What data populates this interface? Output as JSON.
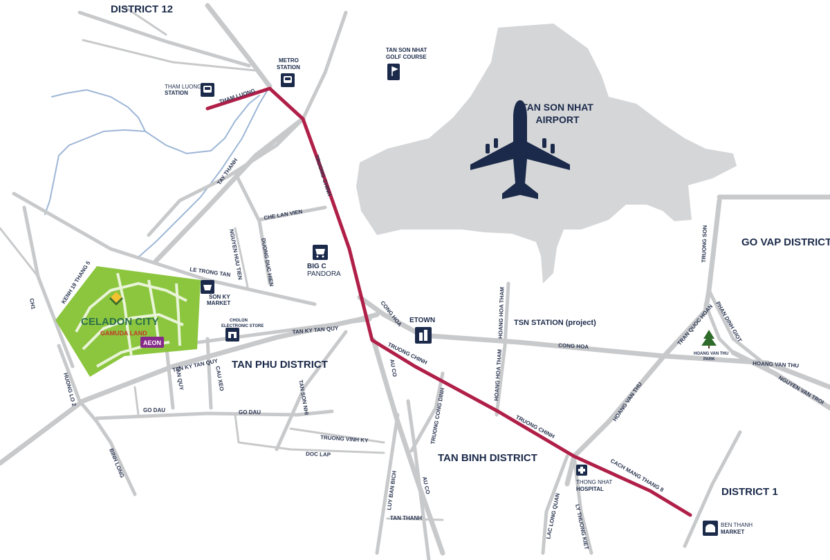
{
  "districts": {
    "district_12": "DISTRICT 12",
    "tan_phu": "TAN PHU DISTRICT",
    "tan_binh": "TAN BINH DISTRICT",
    "go_vap": "GO VAP DISTRICT",
    "district_1": "DISTRICT 1"
  },
  "airport": {
    "line1": "TAN SON NHAT",
    "line2": "AIRPORT",
    "icon": "airplane-icon"
  },
  "roads": {
    "tham_luong": "THAM LUONG",
    "truong_chinh_1": "TRUONG CHINH",
    "truong_chinh_2": "TRUONG CHINH",
    "truong_chinh_3": "TRUONG CHINH",
    "tay_thanh": "TAY THANH",
    "che_lan_vien": "CHE LAN VIEN",
    "nguyen_huu_tien": "NGUYEN HUU TIEN",
    "duong_duc_hien": "DUONG DUC HIEN",
    "le_trong_tan": "LE TRONG TAN",
    "kenh_19_thang_5": "KENH 19 THANG 5",
    "ch1": "CH1",
    "huong_lo_2": "HUONG LO 2",
    "binh_long": "BINH LONG",
    "tan_ky_tan_quy_1": "TAN KY TAN QUY",
    "tan_ky_tan_quy_2": "TAN KY TAN QUY",
    "tan_quy": "TAN QUY",
    "cau_xeo": "CAU XEO",
    "tan_son_nhi": "TAN SON NHI",
    "go_dau_1": "GO DAU",
    "go_dau_2": "GO DAU",
    "truong_vinh_ky": "TRUONG VINH KY",
    "doc_lap": "DOC LAP",
    "au_co_1": "AU CO",
    "au_co_2": "AU CO",
    "truong_cong_dinh": "TRUONG CONG DINH",
    "luy_ban_bich": "LUY BAN BICH",
    "tan_thanh": "TAN THANH",
    "cong_hoa_1": "CONG HOA",
    "cong_hoa_2": "CONG HOA",
    "hoang_hoa_tham_1": "HOANG HOA THAM",
    "hoang_hoa_tham_2": "HOANG HOA THAM",
    "cach_mang_thang_8": "CACH MANG THANG 8",
    "lac_long_quan": "LAC LONG QUAN",
    "ly_thuong_kiet": "LY THUONG KIET",
    "hoang_van_thu_1": "HOANG VAN THU",
    "hoang_van_thu_2": "HOANG VAN THU",
    "nguyen_van_troi": "NGUYEN VAN TROI",
    "tran_quoc_hoan": "TRAN QUOC HOAN",
    "phan_dinh_giot": "PHAN DINH GIOT",
    "truong_son": "TRUONG SON"
  },
  "pois": {
    "tham_luong_station": {
      "line1": "THAM LUONG",
      "line2": "STATION",
      "icon": "bus-icon"
    },
    "metro_station": {
      "line1": "METRO",
      "line2": "STATION",
      "icon": "bus-icon"
    },
    "golf_course": {
      "line1": "TAN SON NHAT",
      "line2": "GOLF COURSE",
      "icon": "golf-flag-icon"
    },
    "big_c": {
      "line1": "BIG C",
      "line2": "PANDORA",
      "icon": "shopping-cart-icon"
    },
    "son_ky": {
      "line1": "SON KY",
      "line2": "MARKET",
      "icon": "basket-icon"
    },
    "cholon": {
      "line1": "CHOLON",
      "line2": "ELECTRONIC STORE",
      "icon": "store-icon"
    },
    "etown": {
      "label": "ETOWN",
      "icon": "building-icon"
    },
    "tsn_station": {
      "label": "TSN STATION (project)"
    },
    "thong_nhat": {
      "line1": "THONG NHAT",
      "line2": "HOSPITAL",
      "icon": "hospital-cross-icon"
    },
    "ben_thanh": {
      "line1": "BEN THANH",
      "line2": "MARKET",
      "icon": "market-dome-icon"
    },
    "hoang_van_thu_park": {
      "line1": "HOANG VAN THU",
      "line2": "PARK",
      "icon": "tree-icon"
    }
  },
  "project": {
    "name": "CELADON CITY",
    "developer": "GAMUDA LAND",
    "mall_logo": "AEON",
    "logo_icon": "celadon-leaf-icon"
  },
  "colors": {
    "route": "#b01f48",
    "road": "#c8c9cb",
    "airport_area": "#d5d6d8",
    "project_green": "#8cc63f",
    "navy": "#1b2a4a",
    "river": "#9db6d6"
  }
}
